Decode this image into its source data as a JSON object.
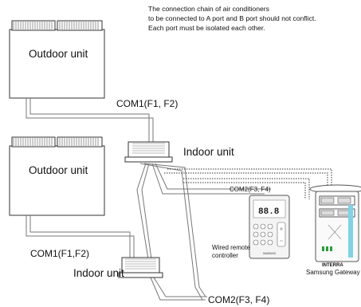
{
  "note": {
    "lines": [
      "The connection chain of air conditioners",
      "to be connected to A port and B port should not conflict.",
      "Each port must be isolated each other."
    ]
  },
  "outdoor_units": [
    {
      "label": "Outdoor unit"
    },
    {
      "label": "Outdoor unit"
    }
  ],
  "indoor_units": [
    {
      "label": "Indoor unit"
    },
    {
      "label": "Indoor unit"
    }
  ],
  "connections": {
    "com1_top": "COM1(F1,  F2)",
    "com1_bottom": "COM1(F1,F2)",
    "com2_mid": "COM2(F3, F4)",
    "com2_bottom": "COM2(F3,  F4)"
  },
  "wired_remote": {
    "label_line1": "Wired remote",
    "label_line2": "controller",
    "display": "88.8",
    "brand": "SAMSUNG"
  },
  "gateway": {
    "logo": "INTERRA",
    "label": "Samsung Gateway"
  }
}
